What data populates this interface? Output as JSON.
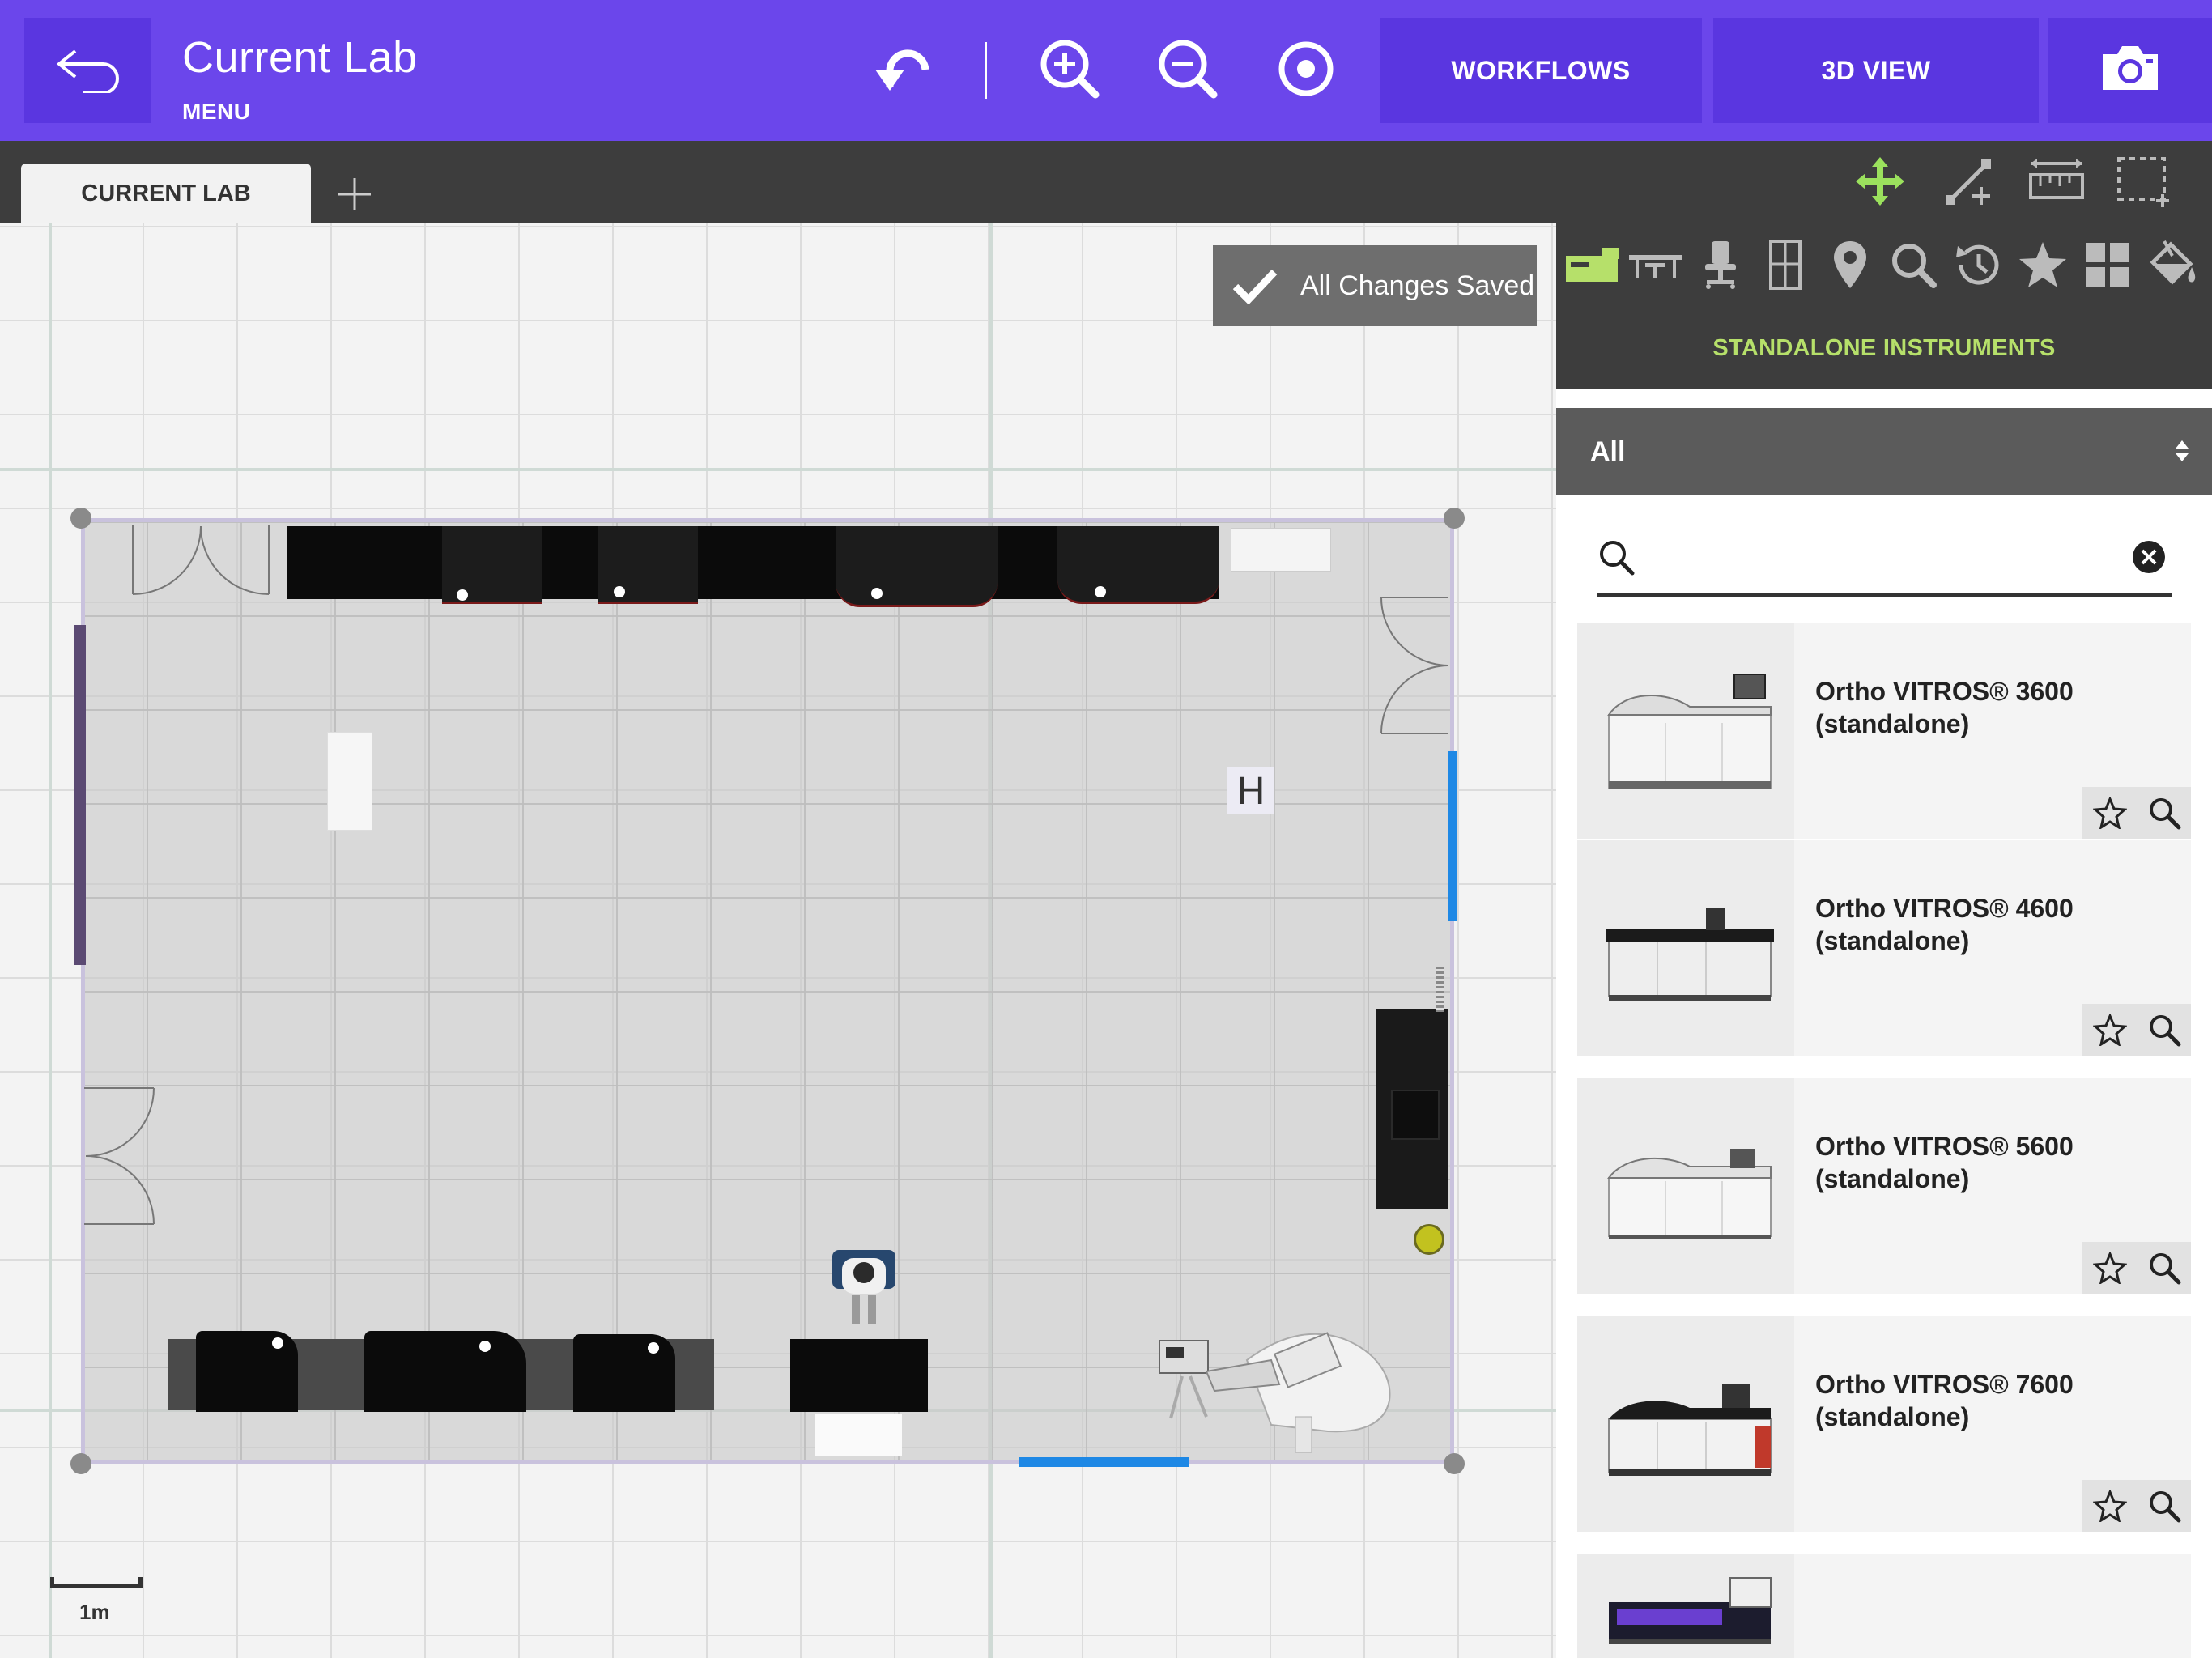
{
  "header": {
    "title": "Current Lab",
    "menu_label": "MENU",
    "workflows_label": "WORKFLOWS",
    "view3d_label": "3D VIEW"
  },
  "tabs": {
    "items": [
      {
        "label": "CURRENT LAB",
        "active": true
      }
    ]
  },
  "canvas": {
    "save_status": "All Changes Saved",
    "scale_label": "1m",
    "marker_h": "H"
  },
  "panel": {
    "heading": "STANDALONE INSTRUMENTS",
    "filter": {
      "selected": "All"
    },
    "search": {
      "value": ""
    },
    "products": [
      {
        "name_line1": "Ortho VITROS® 3600",
        "name_line2": "(standalone)"
      },
      {
        "name_line1": "Ortho VITROS® 4600",
        "name_line2": "(standalone)"
      },
      {
        "name_line1": "Ortho VITROS® 5600",
        "name_line2": "(standalone)"
      },
      {
        "name_line1": "Ortho VITROS® 7600",
        "name_line2": "(standalone)"
      }
    ]
  },
  "colors": {
    "brand_purple": "#6b46eb",
    "button_purple": "#5a36e0",
    "toolbar_dark": "#3d3d3d",
    "accent_green": "#b6e06a",
    "highlight_blue": "#1e88e5"
  },
  "icons": {
    "top": [
      "back-arrow-icon",
      "undo-icon",
      "zoom-in-icon",
      "zoom-out-icon",
      "center-target-icon",
      "camera-icon"
    ],
    "tools": [
      "move-icon",
      "draw-wall-icon",
      "measure-icon",
      "select-area-icon"
    ],
    "categories": [
      "instrument-icon",
      "bench-icon",
      "chair-icon",
      "door-icon",
      "location-pin-icon",
      "search-icon",
      "history-icon",
      "star-icon",
      "grid-icon",
      "paint-bucket-icon"
    ]
  }
}
